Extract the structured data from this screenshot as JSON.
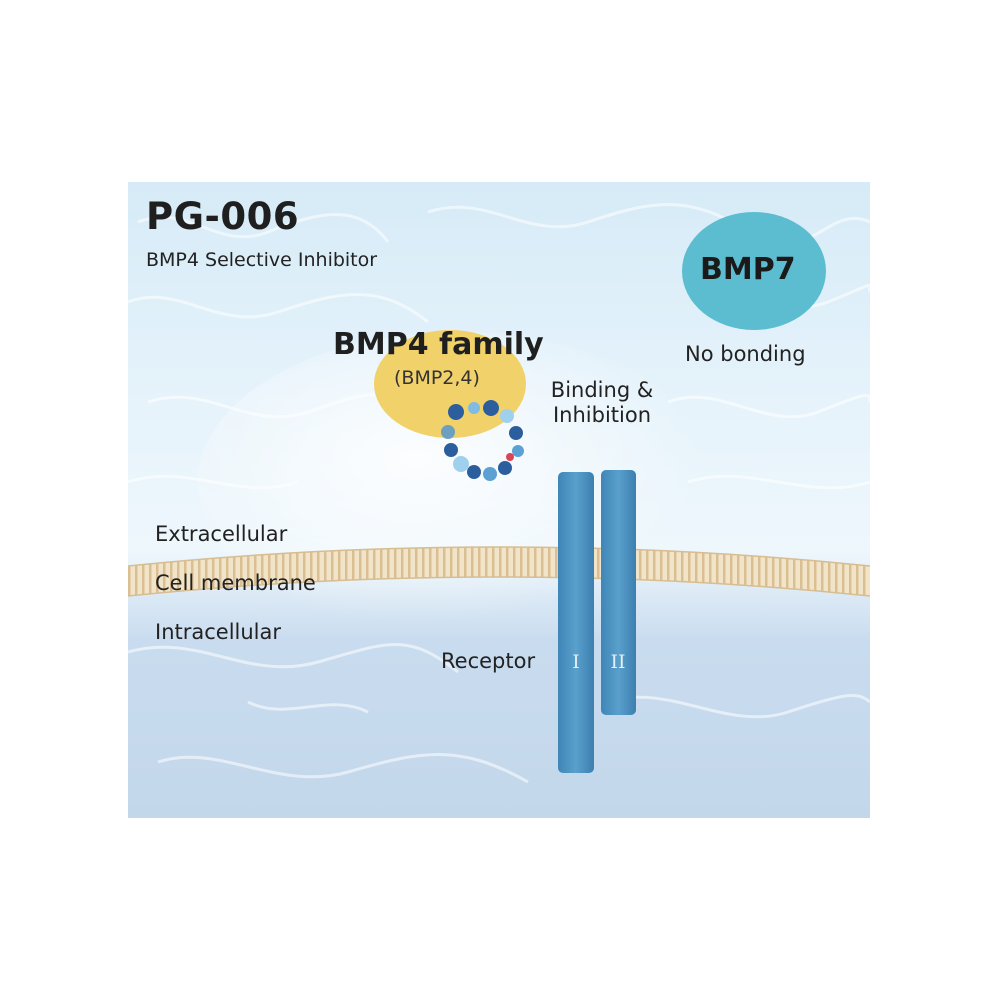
{
  "product": {
    "code": "PG-006",
    "description": "BMP4 Selective Inhibitor"
  },
  "bmp4_family": {
    "name": "BMP4 family",
    "members": "(BMP2,4)",
    "color": "#f1d16a"
  },
  "bmp7": {
    "name": "BMP7",
    "note": "No bonding",
    "color": "#5cbdd0"
  },
  "interaction": {
    "label": "Binding & Inhibition"
  },
  "regions": {
    "extracellular": "Extracellular",
    "membrane": "Cell membrane",
    "intracellular": "Intracellular"
  },
  "receptor": {
    "label": "Receptor",
    "subunit_1": "I",
    "subunit_2": "II",
    "color": "#4f93c0"
  },
  "colors": {
    "background_top": "#d6ebf7",
    "background_intracellular": "#c6d9ec",
    "membrane": "#e9d5b2",
    "peptide_dark": "#2c5e9e",
    "peptide_mid": "#5ba1d3",
    "peptide_light": "#9fd0ee",
    "peptide_accent": "#d94556"
  }
}
